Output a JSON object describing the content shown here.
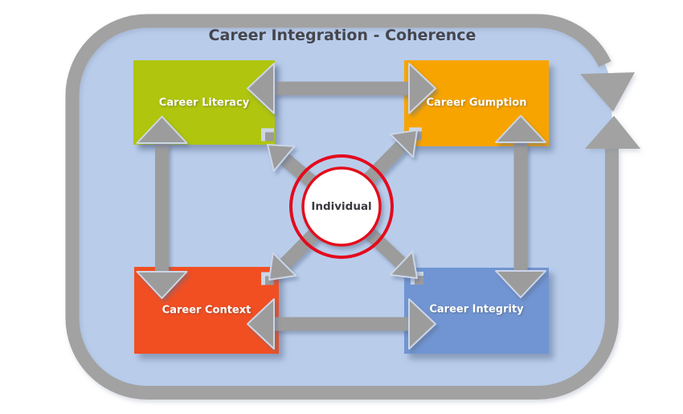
{
  "title": "Career Integration - Coherence",
  "center": {
    "label": "Individual",
    "ring_color": "#e30b1e"
  },
  "boxes": [
    {
      "label": "Career Literacy",
      "color": "#b0c511",
      "position": "top-left"
    },
    {
      "label": "Career Gumption",
      "color": "#f8a405",
      "position": "top-right"
    },
    {
      "label": "Career Context",
      "color": "#f14f22",
      "position": "bottom-left"
    },
    {
      "label": "Career Integrity",
      "color": "#7095d2",
      "position": "bottom-right"
    }
  ],
  "connectors": {
    "description": "double-headed arrows between adjacent boxes, diagonal arrows from Individual outward to each box, outer cycle ring with two converging arrowheads on the right"
  },
  "colors": {
    "background": "#ffffff",
    "inner_area": "#b9cdeb",
    "ring_gray": "#a2a2a2",
    "arrow_gray": "#9c9c9c",
    "arrow_outline": "#ccd6e8",
    "crosshair_red": "#e30b1e",
    "title_text": "#45464d",
    "box_label_text": "#ffffff",
    "center_text": "#3a3a40"
  }
}
